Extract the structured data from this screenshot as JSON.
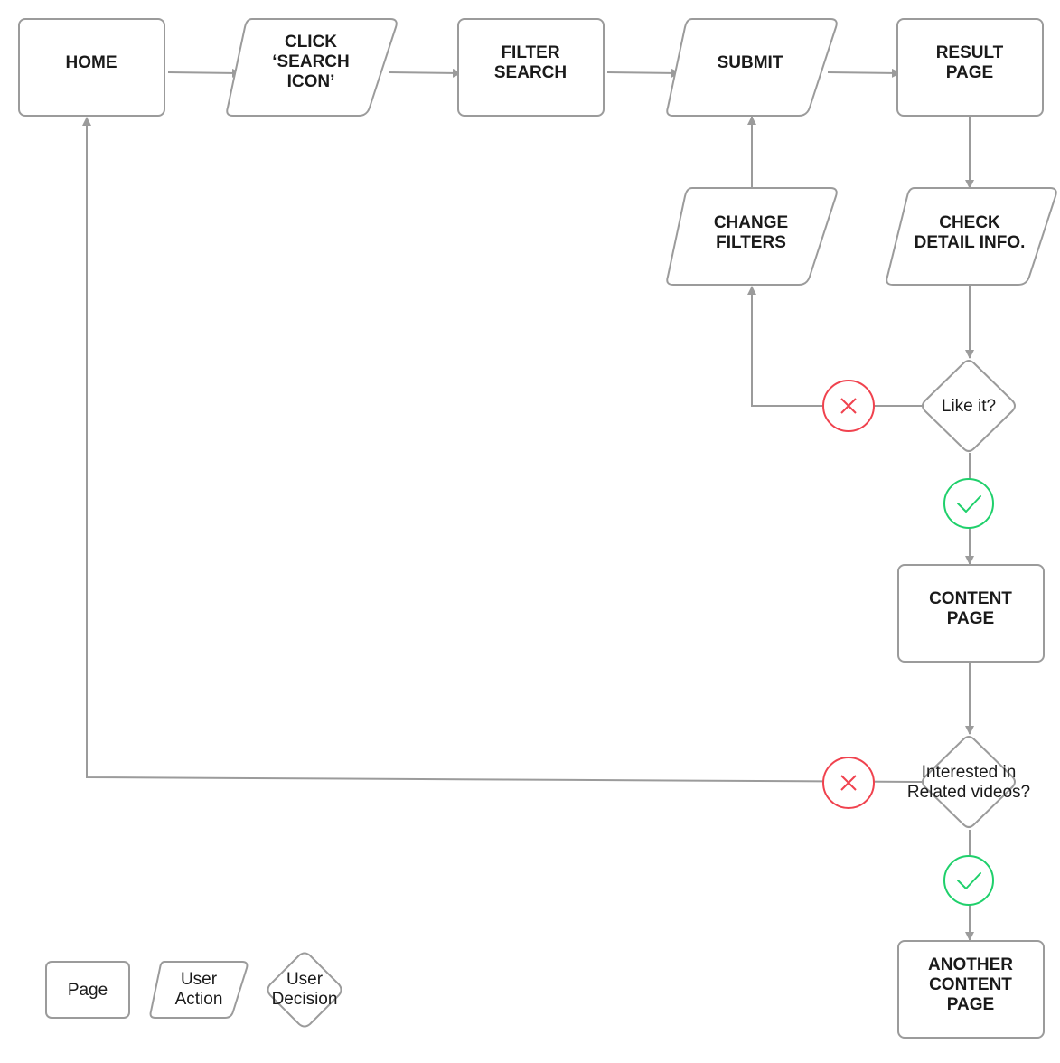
{
  "nodes": {
    "home": [
      "HOME"
    ],
    "click_search": [
      "CLICK",
      "‘SEARCH",
      "ICON’"
    ],
    "filter_search": [
      "FILTER",
      "SEARCH"
    ],
    "submit": [
      "SUBMIT"
    ],
    "result_page": [
      "RESULT",
      "PAGE"
    ],
    "change_filters": [
      "CHANGE",
      "FILTERS"
    ],
    "check_detail": [
      "CHECK",
      "DETAIL INFO."
    ],
    "like_it": [
      "Like it?"
    ],
    "content_page": [
      "CONTENT",
      "PAGE"
    ],
    "interested": [
      "Interested in",
      "Related videos?"
    ],
    "another_content": [
      "ANOTHER",
      "CONTENT",
      "PAGE"
    ]
  },
  "legend": {
    "page": [
      "Page"
    ],
    "user_action": [
      "User",
      "Action"
    ],
    "user_decision": [
      "User",
      "Decision"
    ]
  },
  "colors": {
    "stroke": "#9b9b9b",
    "no": "#f0424e",
    "yes": "#1fd06b"
  },
  "icons": {
    "no": "x-circle-icon",
    "yes": "check-circle-icon"
  }
}
